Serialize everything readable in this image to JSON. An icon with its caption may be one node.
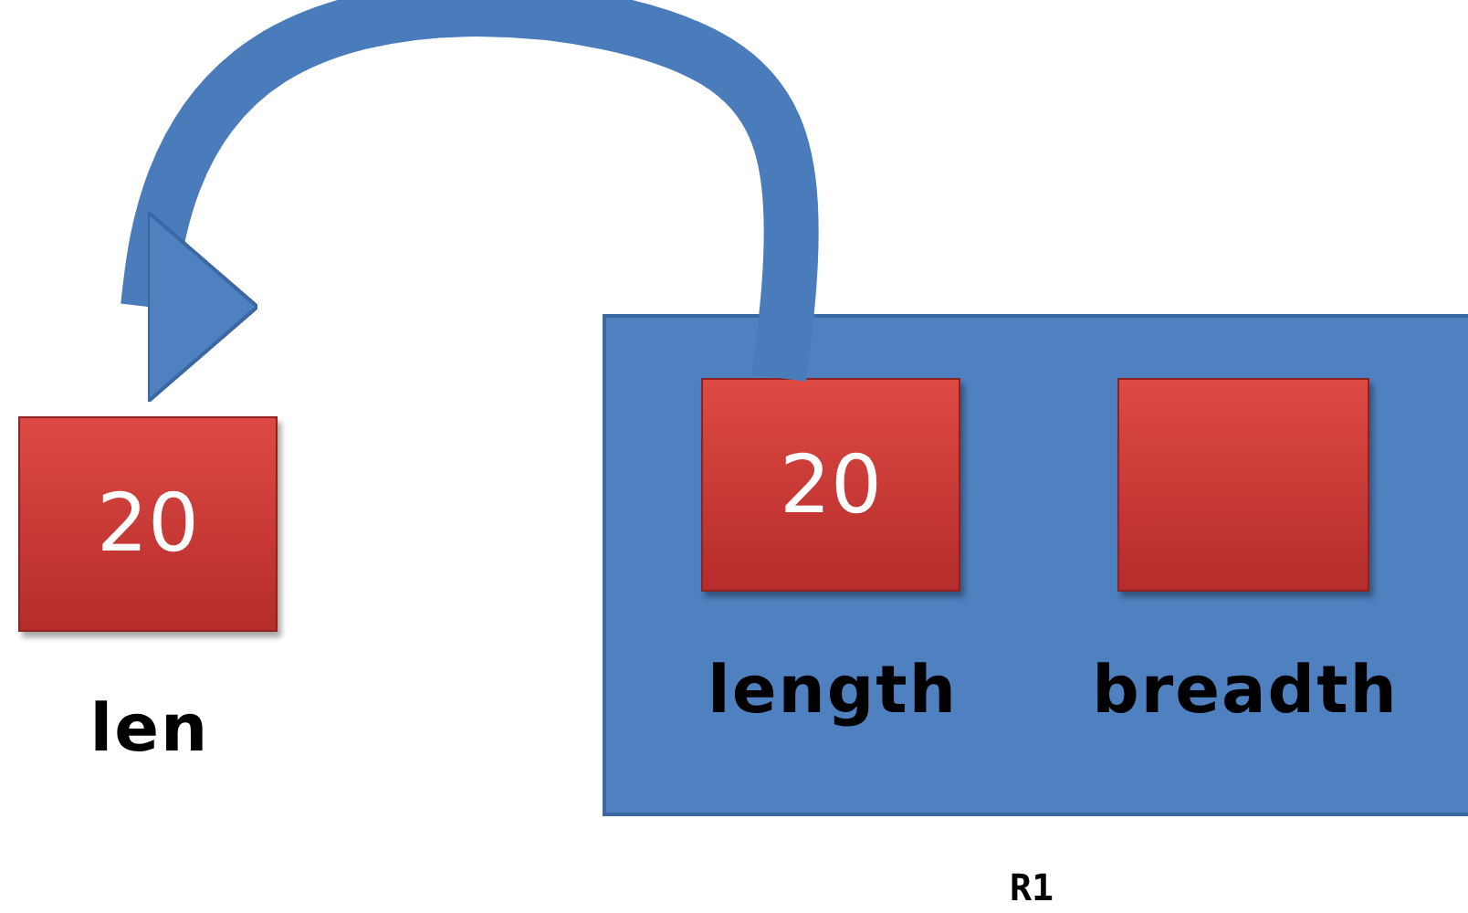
{
  "diagram": {
    "nodes": [
      {
        "text": [
          "20"
        ],
        "beside": [
          "len"
        ]
      },
      {
        "text": [
          "R1"
        ]
      },
      {
        "text": [
          "20"
        ],
        "beside": [
          "length"
        ],
        "in": 1
      },
      {
        "text": [],
        "shape": "box",
        "beside": [
          "breadth"
        ],
        "in": 1
      }
    ],
    "edges": [
      {
        "from": 2,
        "to": 0,
        "arrow": "to"
      }
    ]
  }
}
